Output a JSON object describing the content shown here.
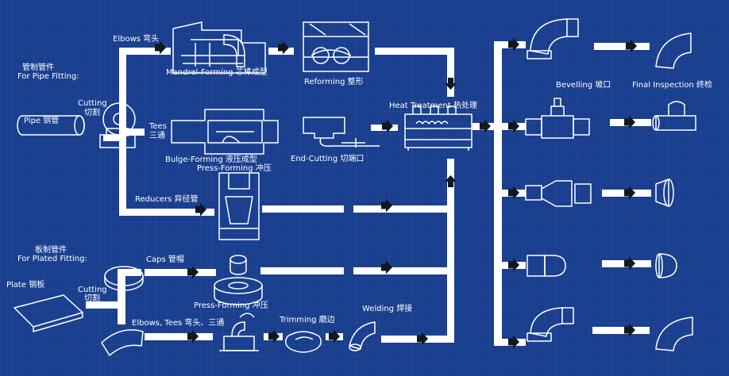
{
  "labels": {
    "pipe_group_cn": "管制管件",
    "pipe_group_en": "For Pipe Fitting:",
    "pipe": "Pipe 钢管",
    "cutting_top_en": "Cutting",
    "cutting_top_cn": "切割",
    "elbows": "Elbows 弯头",
    "mandrel": "Mandrel-Forming 芯棒成型",
    "reforming": "Reforming 整形",
    "heat_treatment": "Heat Treatment 热处理",
    "tees_en": "Tees",
    "tees_cn": "三通",
    "bulge": "Bulge-Forming 液压成型",
    "press_forming_top": "Press-Forming 冲压",
    "end_cutting": "End-Cutting 切端口",
    "reducers": "Reducers 异径管",
    "plate_group_cn": "板制管件",
    "plate_group_en": "For Plated Fitting:",
    "plate": "Plate 钢板",
    "cutting_bottom_en": "Cutting",
    "cutting_bottom_cn": "切割",
    "caps": "Caps 管帽",
    "press_forming_bottom": "Press-Forming 冲压",
    "elbows_tees": "Elbows, Tees 弯头、三通",
    "trimming": "Trimming 磨边",
    "welding": "Welding 焊接",
    "bevelling": "Bevelling 坡口",
    "final_inspection": "Final Inspection 终检"
  },
  "colors": {
    "background": "#1a3f8f",
    "line": "#ffffff",
    "arrow": "#101820"
  }
}
